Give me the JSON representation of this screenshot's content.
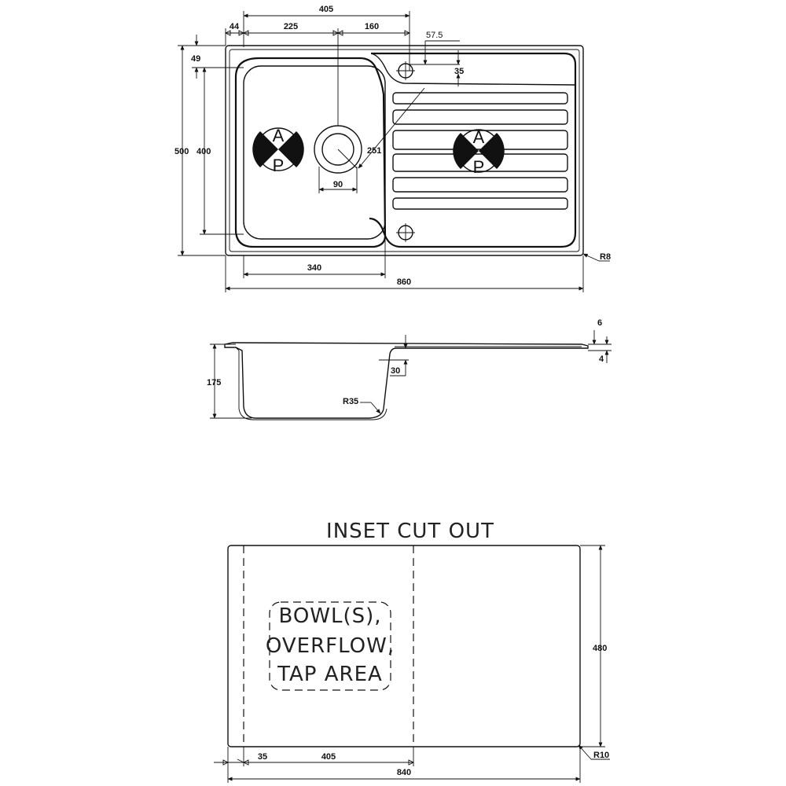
{
  "top_view": {
    "dims": {
      "d405": "405",
      "d44": "44",
      "d225": "225",
      "d160": "160",
      "d57_5": "57.5",
      "d49": "49",
      "d35": "35",
      "d500": "500",
      "d400": "400",
      "d251": "251",
      "d90": "90",
      "d340": "340",
      "d860": "860",
      "r8": "R8"
    },
    "marker_left": {
      "top": "A",
      "bottom": "P"
    },
    "marker_right": {
      "top": "A",
      "bottom": "P"
    }
  },
  "side_view": {
    "dims": {
      "d175": "175",
      "d30": "30",
      "r35": "R35",
      "d6": "6",
      "d4": "4"
    }
  },
  "cutout": {
    "title": "INSET CUT OUT",
    "label_lines": [
      "BOWL(S),",
      "OVERFLOW,",
      "TAP AREA"
    ],
    "dims": {
      "d480": "480",
      "d35": "35",
      "d405": "405",
      "d840": "840",
      "r10": "R10"
    }
  }
}
